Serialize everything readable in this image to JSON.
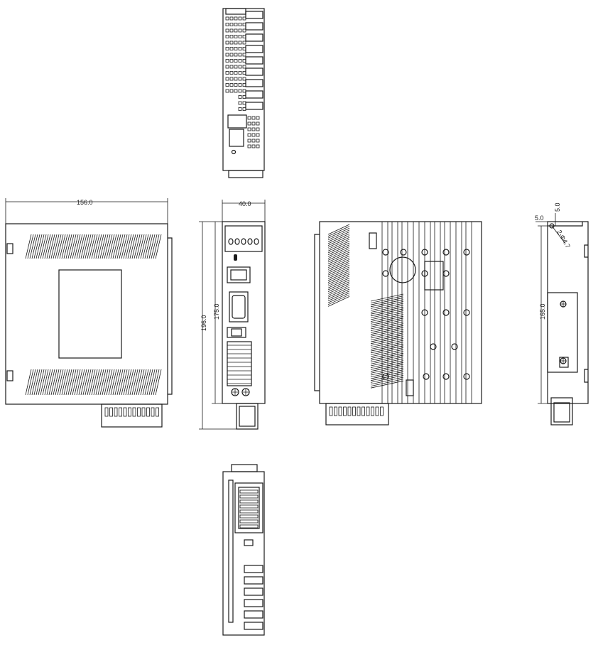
{
  "dimensions": {
    "side_width": "156.0",
    "front_width": "40.0",
    "overall_height": "196.0",
    "inner_height": "175.0",
    "mount_height": "165.0",
    "mount_offset_x": "5.0",
    "mount_offset_y": "5.0",
    "mount_holes": "2-Φ4.7"
  },
  "colors": {
    "line": "#1a1a1a",
    "background": "#ffffff"
  }
}
